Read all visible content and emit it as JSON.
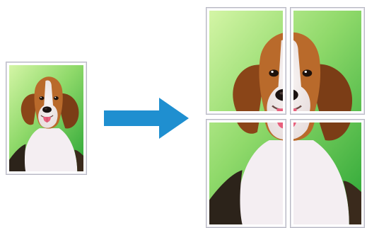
{
  "figure": {
    "description_mode": "poster-printing-illustration",
    "colors": {
      "background_green_light": "#c8ef9a",
      "background_green_dark": "#3fb33c",
      "frame_outline": "#b9b9c4",
      "arrow": "#1f8fd0"
    },
    "original": {
      "icon": "beagle-photo"
    },
    "arrow": {
      "icon": "right-arrow-icon"
    },
    "poster": {
      "grid_rows": 2,
      "grid_cols": 2,
      "tiles": [
        {
          "name": "tile-top-left"
        },
        {
          "name": "tile-top-right"
        },
        {
          "name": "tile-bottom-left"
        },
        {
          "name": "tile-bottom-right"
        }
      ]
    }
  }
}
